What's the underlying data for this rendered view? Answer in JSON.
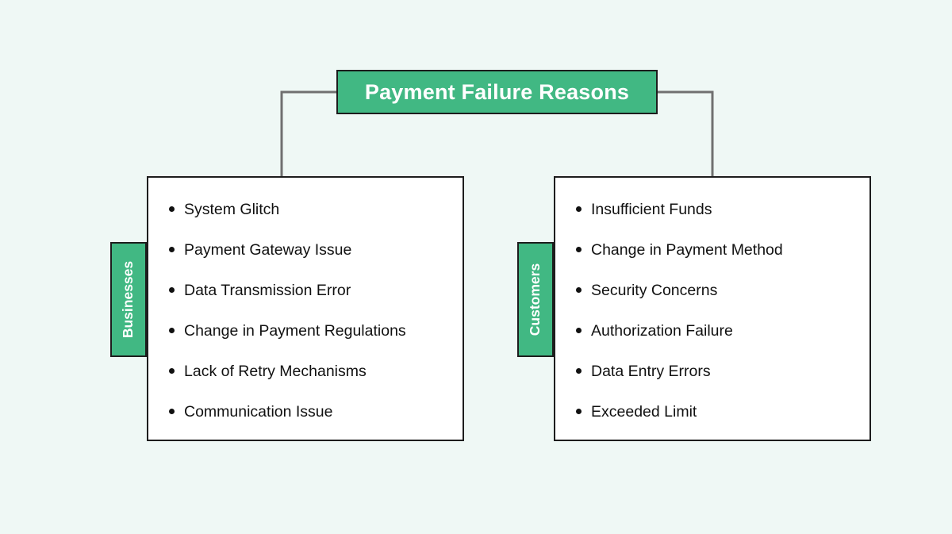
{
  "diagram": {
    "title": "Payment Failure Reasons",
    "root": {
      "label": "Payment Failure Reasons"
    },
    "branches": [
      {
        "tab_label": "Businesses",
        "items": [
          "System Glitch",
          "Payment Gateway Issue",
          "Data Transmission Error",
          "Change in Payment Regulations",
          "Lack of Retry Mechanisms",
          "Communication Issue"
        ]
      },
      {
        "tab_label": "Customers",
        "items": [
          "Insufficient Funds",
          "Change in Payment Method",
          "Security Concerns",
          "Authorization Failure",
          "Data Entry Errors",
          "Exceeded Limit"
        ]
      }
    ],
    "colors": {
      "background": "#eff8f5",
      "accent_green": "#41b883",
      "panel_fill": "#ffffff",
      "border": "#1d1d1d",
      "connector": "#707070",
      "text_dark": "#111111",
      "text_light": "#ffffff"
    }
  }
}
